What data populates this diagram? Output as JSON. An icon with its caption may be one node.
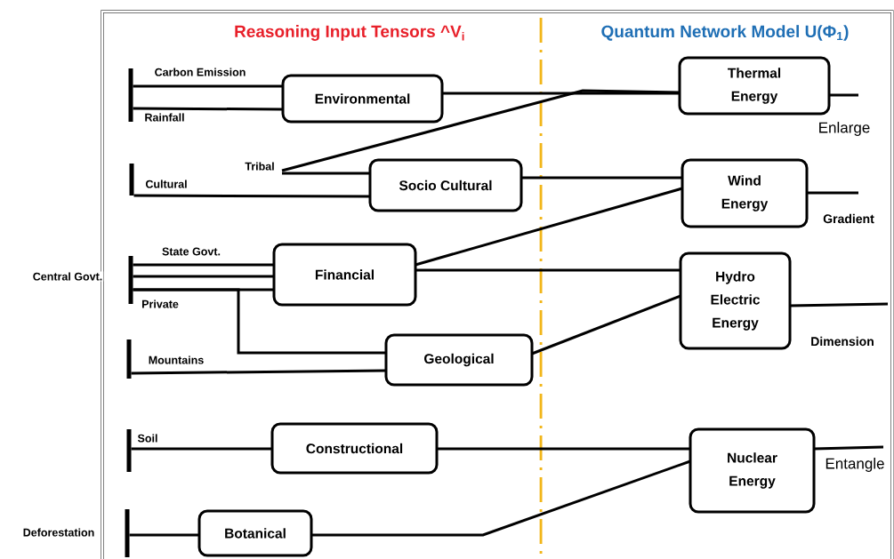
{
  "diagram": {
    "nodes": [
      {
        "text": [],
        "shape": "bar"
      },
      {
        "text": [
          "Environmental"
        ]
      },
      {
        "text": [
          "Thermal Energy"
        ]
      },
      {
        "text": [
          "Tribal"
        ]
      },
      {
        "text": [],
        "shape": "bar"
      },
      {
        "text": [
          "Socio Cultural"
        ]
      },
      {
        "text": [
          "Wind Energy"
        ]
      },
      {
        "text": [],
        "shape": "bar"
      },
      {
        "text": [
          "Financial"
        ]
      },
      {
        "text": [
          "Hydro Electric Energy"
        ]
      },
      {
        "text": [],
        "shape": "bar"
      },
      {
        "text": [
          "Geological"
        ]
      },
      {
        "text": [],
        "shape": "bar"
      },
      {
        "text": [
          "Constructional"
        ]
      },
      {
        "text": [
          "Nuclear Energy"
        ]
      },
      {
        "text": [],
        "shape": "bar"
      },
      {
        "text": [
          "Botanical"
        ]
      }
    ],
    "edges": [
      {
        "from": 0,
        "to": 1,
        "arrow": "none",
        "label": "Carbon Emission"
      },
      {
        "from": 0,
        "to": 1,
        "arrow": "none",
        "label": "Rainfall"
      },
      {
        "from": 1,
        "to": 2,
        "arrow": "none"
      },
      {
        "from": 3,
        "to": 2,
        "arrow": "none"
      },
      {
        "from": 3,
        "to": 5,
        "arrow": "none"
      },
      {
        "from": 4,
        "to": 5,
        "arrow": "none",
        "label": "Cultural"
      },
      {
        "from": 5,
        "to": 6,
        "arrow": "none"
      },
      {
        "from": 7,
        "to": 8,
        "arrow": "none",
        "label": "State Govt."
      },
      {
        "from": 7,
        "to": 8,
        "arrow": "none",
        "label": "Central Govt."
      },
      {
        "from": 7,
        "to": 8,
        "arrow": "none",
        "label": "Private"
      },
      {
        "from": 7,
        "to": 11,
        "arrow": "none"
      },
      {
        "from": 8,
        "to": 6,
        "arrow": "none"
      },
      {
        "from": 8,
        "to": 9,
        "arrow": "none"
      },
      {
        "from": 10,
        "to": 11,
        "arrow": "none",
        "label": "Mountains"
      },
      {
        "from": 11,
        "to": 9,
        "arrow": "none"
      },
      {
        "from": 12,
        "to": 13,
        "arrow": "none",
        "label": "Soil"
      },
      {
        "from": 13,
        "to": 14,
        "arrow": "none"
      },
      {
        "from": 15,
        "to": 16,
        "arrow": "none",
        "label": "Deforestation"
      },
      {
        "from": 16,
        "to": 14,
        "arrow": "none"
      },
      {
        "from": 2,
        "to": null,
        "arrow": "none",
        "label": "Enlarge"
      },
      {
        "from": 6,
        "to": null,
        "arrow": "none",
        "label": "Gradient"
      },
      {
        "from": 9,
        "to": null,
        "arrow": "none",
        "label": "Dimension"
      },
      {
        "from": 14,
        "to": null,
        "arrow": "none",
        "label": "Entangle"
      }
    ],
    "labels": [
      "Reasoning Input Tensors ^V$_{i}$",
      "Quantum Network Model U(Φ$_{1}$)"
    ]
  }
}
